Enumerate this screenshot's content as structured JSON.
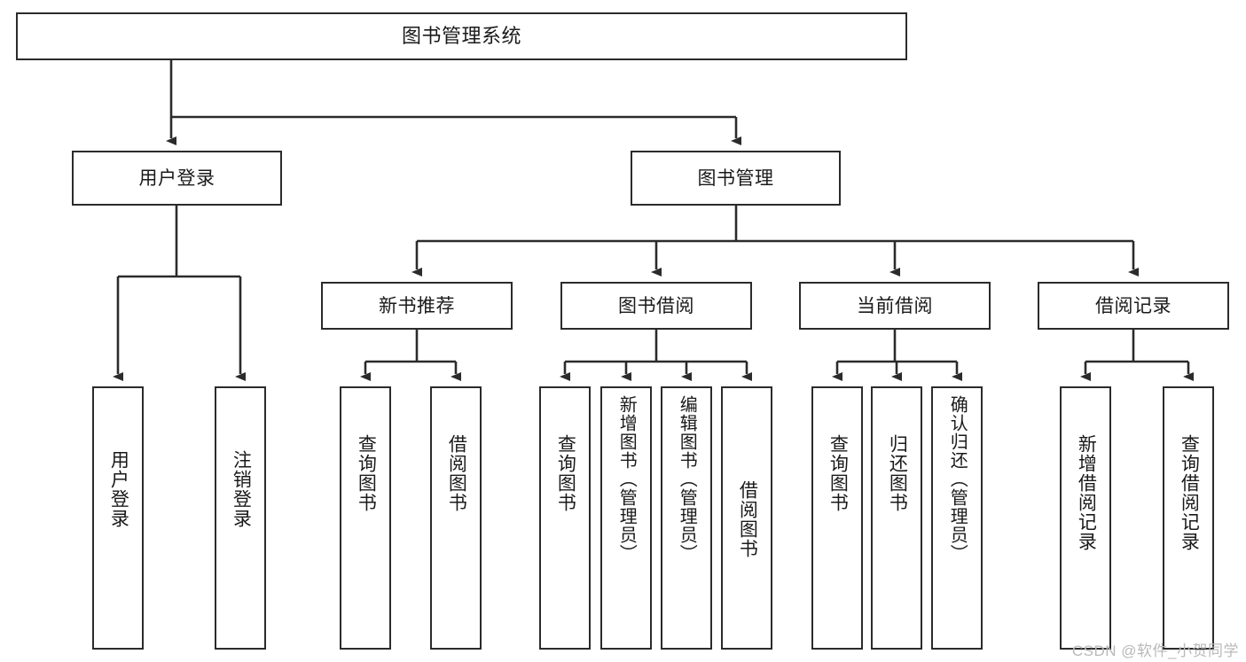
{
  "diagram": {
    "type": "tree-hierarchy",
    "title": "图书管理系统",
    "watermark": "CSDN @软件_小贺同学",
    "colors": {
      "box_border": "#2b2b2b",
      "box_fill": "#ffffff",
      "line": "#2b2b2b",
      "text": "#1a1a1a",
      "watermark": "#b9b9b9"
    },
    "root": {
      "label": "图书管理系统"
    },
    "level2": [
      {
        "label": "用户登录"
      },
      {
        "label": "图书管理"
      }
    ],
    "level3": [
      {
        "label": "新书推荐"
      },
      {
        "label": "图书借阅"
      },
      {
        "label": "当前借阅"
      },
      {
        "label": "借阅记录"
      }
    ],
    "leaves": {
      "user_login": [
        {
          "label": "用户登录"
        },
        {
          "label": "注销登录"
        }
      ],
      "new_book_rec": [
        {
          "label": "查询图书"
        },
        {
          "label": "借阅图书"
        }
      ],
      "book_borrow": [
        {
          "label": "查询图书"
        },
        {
          "label": "新增图书（管理员）"
        },
        {
          "label": "编辑图书（管理员）"
        },
        {
          "label": "借阅图书"
        }
      ],
      "current_borrow": [
        {
          "label": "查询图书"
        },
        {
          "label": "归还图书"
        },
        {
          "label": "确认归还（管理员）"
        }
      ],
      "borrow_record": [
        {
          "label": "新增借阅记录"
        },
        {
          "label": "查询借阅记录"
        }
      ]
    }
  }
}
